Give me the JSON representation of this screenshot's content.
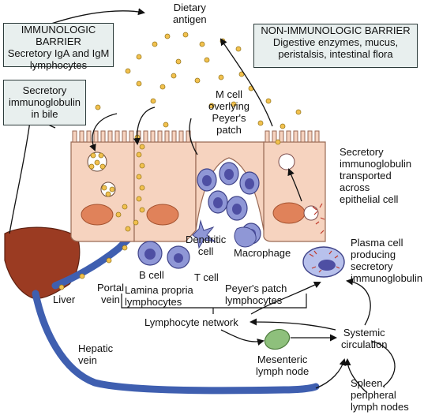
{
  "boxes": {
    "immunologic_title": "IMMUNOLOGIC BARRIER",
    "immunologic_body": "Secretory IgA and IgM lymphocytes",
    "non_immunologic_title": "NON-IMMUNOLOGIC BARRIER",
    "non_immunologic_body": "Digestive enzymes, mucus, peristalsis, intestinal flora",
    "bile": "Secretory immunoglobulin in bile"
  },
  "labels": {
    "dietary_antigen": "Dietary\nantigen",
    "m_cell": "M cell\noverlying\nPeyer's\npatch",
    "secretory_transport": "Secretory\nimmunoglobulin\ntransported\nacross\nepithelial cell",
    "dendritic_cell": "Dendritic\ncell",
    "macrophage": "Macrophage",
    "b_cell": "B cell",
    "t_cell": "T cell",
    "plasma_cell": "Plasma cell\nproducing\nsecretory\nimmunoglobulin",
    "liver": "Liver",
    "portal_vein": "Portal\nvein",
    "lamina_propria": "Lamina propria\nlymphocytes",
    "peyers_patch_lymph": "Peyer's patch\nlymphocytes",
    "lymphocyte_network": "Lymphocyte network",
    "hepatic_vein": "Hepatic\nvein",
    "mesenteric_node": "Mesenteric\nlymph node",
    "systemic_circulation": "Systemic\ncirculation",
    "spleen_nodes": "Spleen,\nperipheral\nlymph nodes"
  },
  "colors": {
    "epithelium": "#f6d3bf",
    "epithelium_outline": "#9a6a55",
    "nucleus": "#e0825a",
    "antigen": "#f2c14e",
    "lymphocyte": "#8f97d6",
    "lymphocyte_nucleus": "#4e4fa3",
    "liver": "#9b3b22",
    "vein": "#3f5fb0",
    "lymph_node": "#8ec07c",
    "plasma_dots": "#c0392b",
    "box_fill": "#e8efee"
  }
}
